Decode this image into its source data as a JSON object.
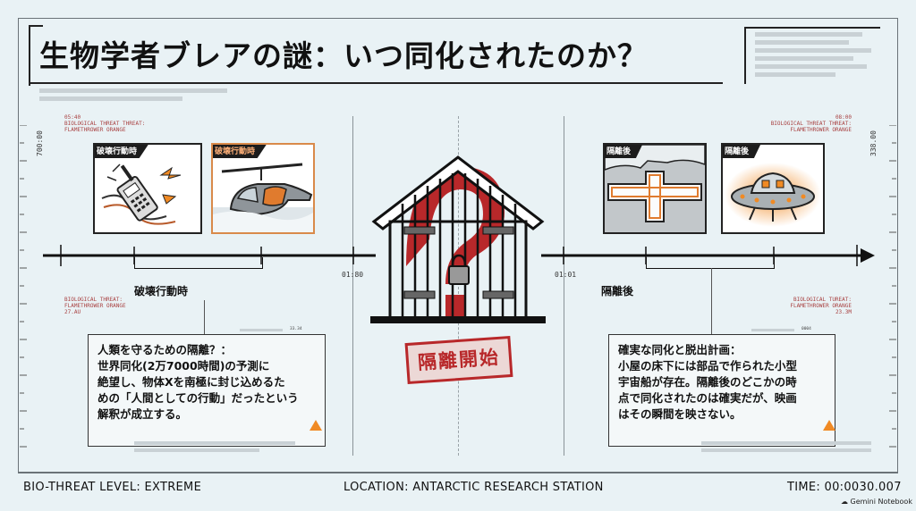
{
  "title": "生物学者ブレアの謎：いつ同化されたのか？",
  "left": {
    "top_code": "05:40",
    "top_line1": "BIOLOGICAL THREAT THREAT:",
    "top_line2": "FLAMETHROWER ORANGE",
    "axis_label": "700:00",
    "panel1_tag": "破壊行動時",
    "panel2_tag": "破壊行動時",
    "time_mark": "01:80",
    "phase_label": "破壊行動時",
    "bottom_line1": "BIOLOGICAL THREAT:",
    "bottom_line2": "FLAMETHROWER ORANGE",
    "bottom_code": "27.AU",
    "mini_readout": "33.34",
    "desc_lines": [
      "人類を守るための隔離？：",
      "世界同化(2万7000時間)の予測に",
      "絶望し、物体Xを南極に封じ込めるた",
      "めの「人間としての行動」だったという",
      "解釈が成立する。"
    ]
  },
  "right": {
    "top_code": "08:00",
    "top_line1": "BIOLOGICAL THREAT THREAT:",
    "top_line2": "FLAMETHROWER ORANGE",
    "axis_label": "338.00",
    "panel1_tag": "隔離後",
    "panel2_tag": "隔離後",
    "time_mark": "01:01",
    "phase_label": "隔離後",
    "bottom_line1": "BIOLOGICAL TUREAT:",
    "bottom_line2": "FLAMETHROWER ORANGE",
    "bottom_code": "23.3M",
    "mini_readout": "0004",
    "desc_lines": [
      "確実な同化と脱出計画：",
      "小屋の床下には部品で作られた小型",
      "宇宙船が存在。隔離後のどこかの時",
      "点で同化されたのは確実だが、映画",
      "はその瞬間を映さない。"
    ]
  },
  "stamp": "隔離開始",
  "footer": {
    "threat": "BIO-THREAT LEVEL: EXTREME",
    "location": "LOCATION: ANTARCTIC RESEARCH STATION",
    "time": "TIME: 00:0030.007",
    "brand": "Gemini Notebook"
  },
  "colors": {
    "accent_red": "#b8282a",
    "accent_orange": "#f08a24",
    "background": "#e9f2f5"
  }
}
